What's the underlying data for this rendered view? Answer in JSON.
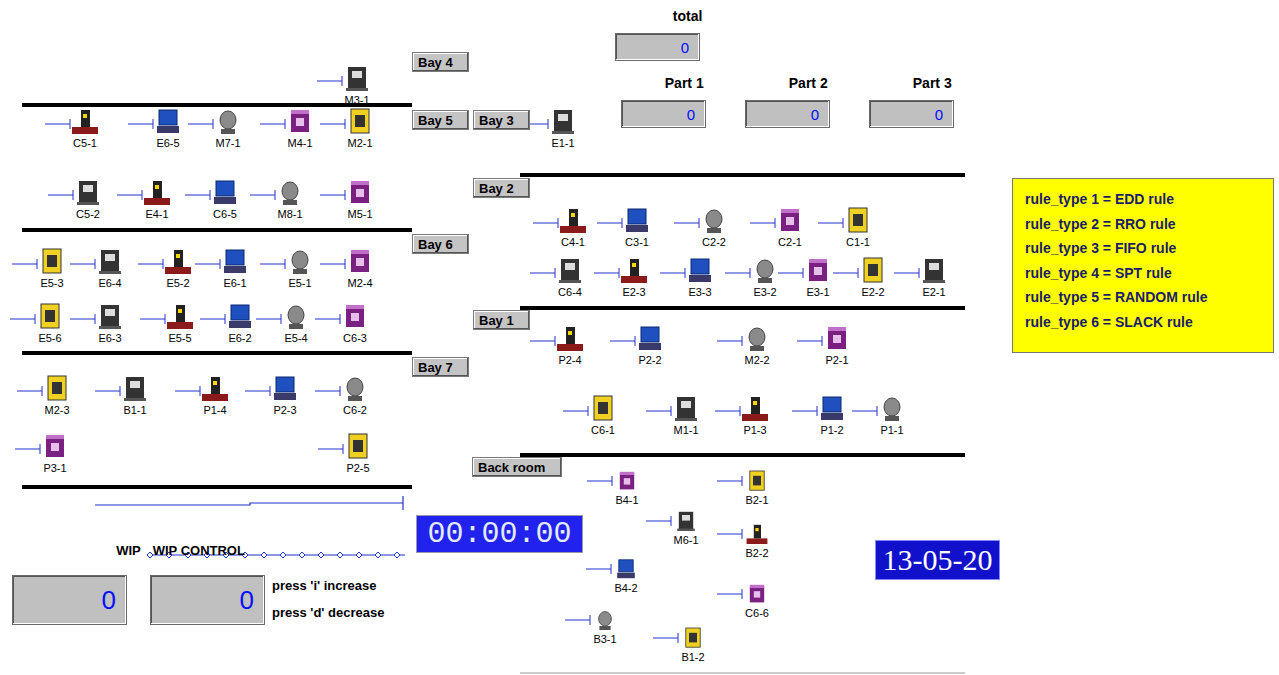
{
  "diagram": {
    "nodes": [
      {
        "text": [
          "total",
          "0"
        ]
      },
      {
        "text": [
          "Part 1",
          "0"
        ]
      },
      {
        "text": [
          "Part 2",
          "0"
        ]
      },
      {
        "text": [
          "Part 3",
          "0"
        ]
      },
      {
        "text": [
          "Bay 4"
        ]
      },
      {
        "text": [
          "Bay 5"
        ]
      },
      {
        "text": [
          "Bay 3"
        ]
      },
      {
        "text": [
          "Bay 2"
        ]
      },
      {
        "text": [
          "Bay 6"
        ]
      },
      {
        "text": [
          "Bay 1"
        ]
      },
      {
        "text": [
          "Bay 7"
        ]
      },
      {
        "text": [
          "Back room"
        ]
      },
      {
        "text": [
          "00:00:00"
        ]
      },
      {
        "text": [
          "13-05-20"
        ]
      },
      {
        "text": [
          "WIP",
          "0"
        ]
      },
      {
        "text": [
          "WIP CONTROL",
          "0"
        ]
      },
      {
        "text": [
          "rule_type 1 = EDD rule",
          "rule_type 2 = RRO rule",
          "rule_type 3 = FIFO rule",
          "rule_type 4 = SPT rule",
          "rule_type 5 = RANDOM rule",
          "rule_type 6 = SLACK rule"
        ]
      }
    ],
    "labels": [
      "M3-1",
      "C5-1",
      "E6-5",
      "M7-1",
      "M4-1",
      "M2-1",
      "C5-2",
      "E4-1",
      "C6-5",
      "M8-1",
      "M5-1",
      "E5-3",
      "E6-4",
      "E5-2",
      "E6-1",
      "E5-1",
      "M2-4",
      "E5-6",
      "E6-3",
      "E5-5",
      "E6-2",
      "E5-4",
      "C6-3",
      "M2-3",
      "B1-1",
      "P1-4",
      "P2-3",
      "C6-2",
      "P3-1",
      "P2-5",
      "E1-1",
      "C4-1",
      "C3-1",
      "C2-2",
      "C2-1",
      "C1-1",
      "C6-4",
      "E2-3",
      "E3-3",
      "E3-2",
      "E3-1",
      "E2-2",
      "E2-1",
      "P2-4",
      "P2-2",
      "M2-2",
      "P2-1",
      "C6-1",
      "M1-1",
      "P1-3",
      "P1-2",
      "P1-1",
      "B4-1",
      "B2-1",
      "M6-1",
      "B2-2",
      "B4-2",
      "B3-1",
      "C6-6",
      "B1-2",
      "press 'i' increase",
      "press 'd' decrease"
    ]
  }
}
